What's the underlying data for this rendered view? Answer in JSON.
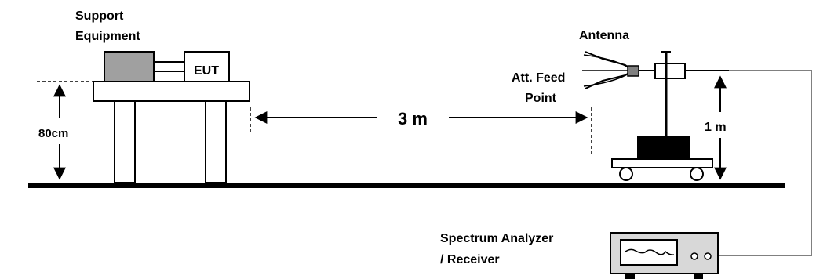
{
  "labels": {
    "support_equipment_line1": "Support",
    "support_equipment_line2": "Equipment",
    "eut": "EUT",
    "height_table": "80cm",
    "distance": "3 m",
    "antenna": "Antenna",
    "feed_point_line1": "Att. Feed",
    "feed_point_line2": "Point",
    "height_antenna": "1 m",
    "analyzer_line1": "Spectrum Analyzer",
    "analyzer_line2": "/ Receiver"
  },
  "colors": {
    "ink": "#000000",
    "support_box": "#a0a0a0",
    "table": "#ffffff",
    "analyzer_body": "#d8d8d8",
    "cable": "#808080"
  }
}
